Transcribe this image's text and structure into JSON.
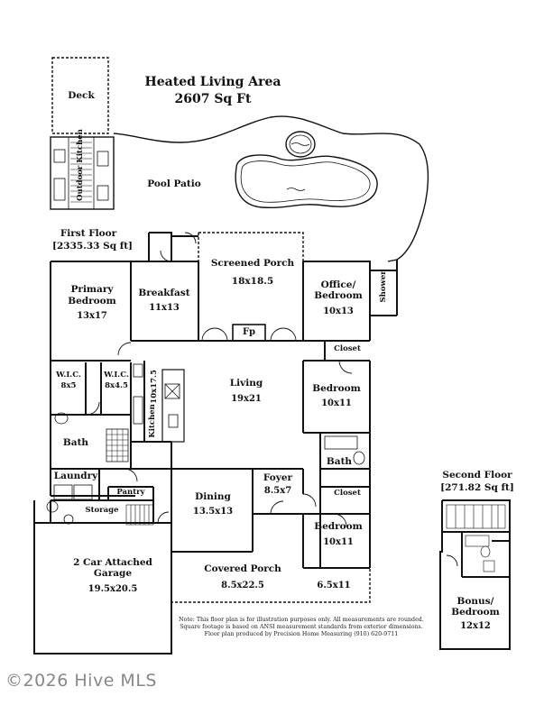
{
  "title": {
    "line1": "Heated Living Area",
    "line2": "2607 Sq Ft"
  },
  "first_floor": {
    "label": "First Floor",
    "area": "[2335.33 Sq ft]"
  },
  "second_floor": {
    "label": "Second Floor",
    "area": "[271.82 Sq ft]"
  },
  "rooms": {
    "deck": "Deck",
    "outdoor_kitchen": "Outdoor Kitchen",
    "pool_patio": "Pool Patio",
    "shower": "Shower",
    "screened_porch": {
      "name": "Screened Porch",
      "dim": "18x18.5"
    },
    "primary_bedroom": {
      "name_line1": "Primary",
      "name_line2": "Bedroom",
      "dim": "13x17"
    },
    "breakfast": {
      "name": "Breakfast",
      "dim": "11x13"
    },
    "office": {
      "name_line1": "Office/",
      "name_line2": "Bedroom",
      "dim": "10x13"
    },
    "fireplace": "Fp",
    "closet1": "Closet",
    "closet2": "Closet",
    "wic1": {
      "name": "W.I.C.",
      "dim": "8x5"
    },
    "wic2": {
      "name": "W.I.C.",
      "dim": "8x4.5"
    },
    "kitchen": {
      "name": "Kitchen",
      "dim": "10x17.5"
    },
    "living": {
      "name": "Living",
      "dim": "19x21"
    },
    "bedroom1": {
      "name": "Bedroom",
      "dim": "10x11"
    },
    "bath1": "Bath",
    "bath2": "Bath",
    "laundry": "Laundry",
    "pantry": "Pantry",
    "storage": "Storage",
    "foyer": {
      "name": "Foyer",
      "dim": "8.5x7"
    },
    "dining": {
      "name": "Dining",
      "dim": "13.5x13"
    },
    "bedroom2": {
      "name": "Bedroom",
      "dim": "10x11"
    },
    "garage": {
      "name_line1": "2 Car Attached",
      "name_line2": "Garage",
      "dim": "19.5x20.5"
    },
    "covered_porch": {
      "name": "Covered  Porch",
      "dim": "8.5x22.5",
      "dim2": "6.5x11"
    },
    "bonus": {
      "name_line1": "Bonus/",
      "name_line2": "Bedroom",
      "dim": "12x12"
    }
  },
  "disclaimer": {
    "line1": "Note: This floor plan is for illustration purposes only. All measurements are rounded.",
    "line2": "Square footage is based on ANSI measurement standards from exterior dimensions.",
    "line3": "Floor plan produced by Precision Home Measuring (910) 620-9711"
  },
  "watermark": "©2026 Hive MLS",
  "colors": {
    "wall": "#111111",
    "pool_water": "#ffffff",
    "porch_dash": "#333333"
  }
}
